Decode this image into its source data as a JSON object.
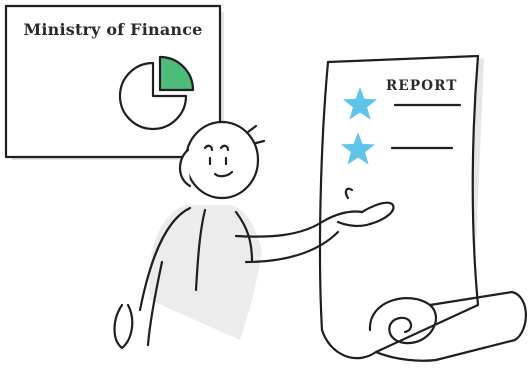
{
  "board": {
    "title": "Ministry of Finance",
    "pie_accent_color": "#4cbc7b",
    "icon": "pie-chart-icon"
  },
  "report": {
    "title": "REPORT",
    "rating_icon": "star-icon",
    "star_color": "#5ec4e8",
    "rating_count": 2
  }
}
